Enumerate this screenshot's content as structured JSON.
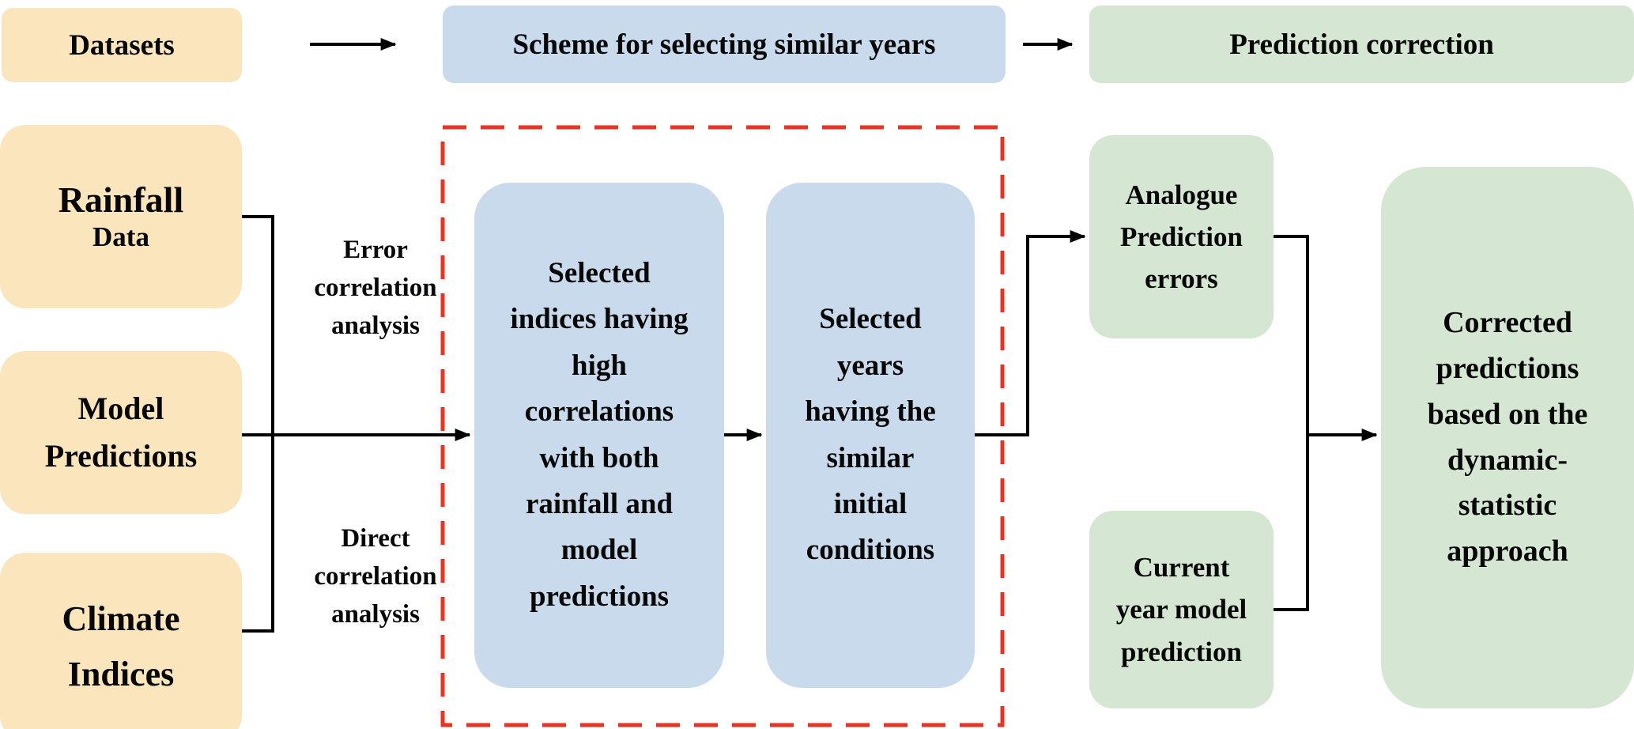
{
  "top": {
    "datasets": "Datasets",
    "scheme": "Scheme for selecting similar years",
    "prediction_correction": "Prediction correction"
  },
  "datasets": {
    "rainfall_title": "Rainfall",
    "rainfall_subtitle": "Data",
    "model_predictions": "Model\nPredictions",
    "climate_indices": "Climate\nIndices"
  },
  "analysis_labels": {
    "error": "Error\ncorrelation\nanalysis",
    "direct": "Direct\ncorrelation\nanalysis"
  },
  "scheme": {
    "selected_indices": "Selected\nindices having\nhigh\ncorrelations\nwith both\nrainfall and\nmodel\npredictions",
    "selected_years": "Selected\nyears\nhaving the\nsimilar\ninitial\nconditions"
  },
  "correction": {
    "analogue_prediction_errors": "Analogue\nPrediction\nerrors",
    "current_year_model_prediction": "Current\nyear model\nprediction",
    "corrected_predictions": "Corrected\npredictions\nbased on the\ndynamic-\nstatistic\napproach"
  },
  "colors": {
    "dataset_box": "#fae5bd",
    "scheme_box": "#c8daec",
    "correction_box": "#d5e7d2",
    "dashed_outline": "#ea3323",
    "connector": "#000000",
    "text": "#070707"
  }
}
